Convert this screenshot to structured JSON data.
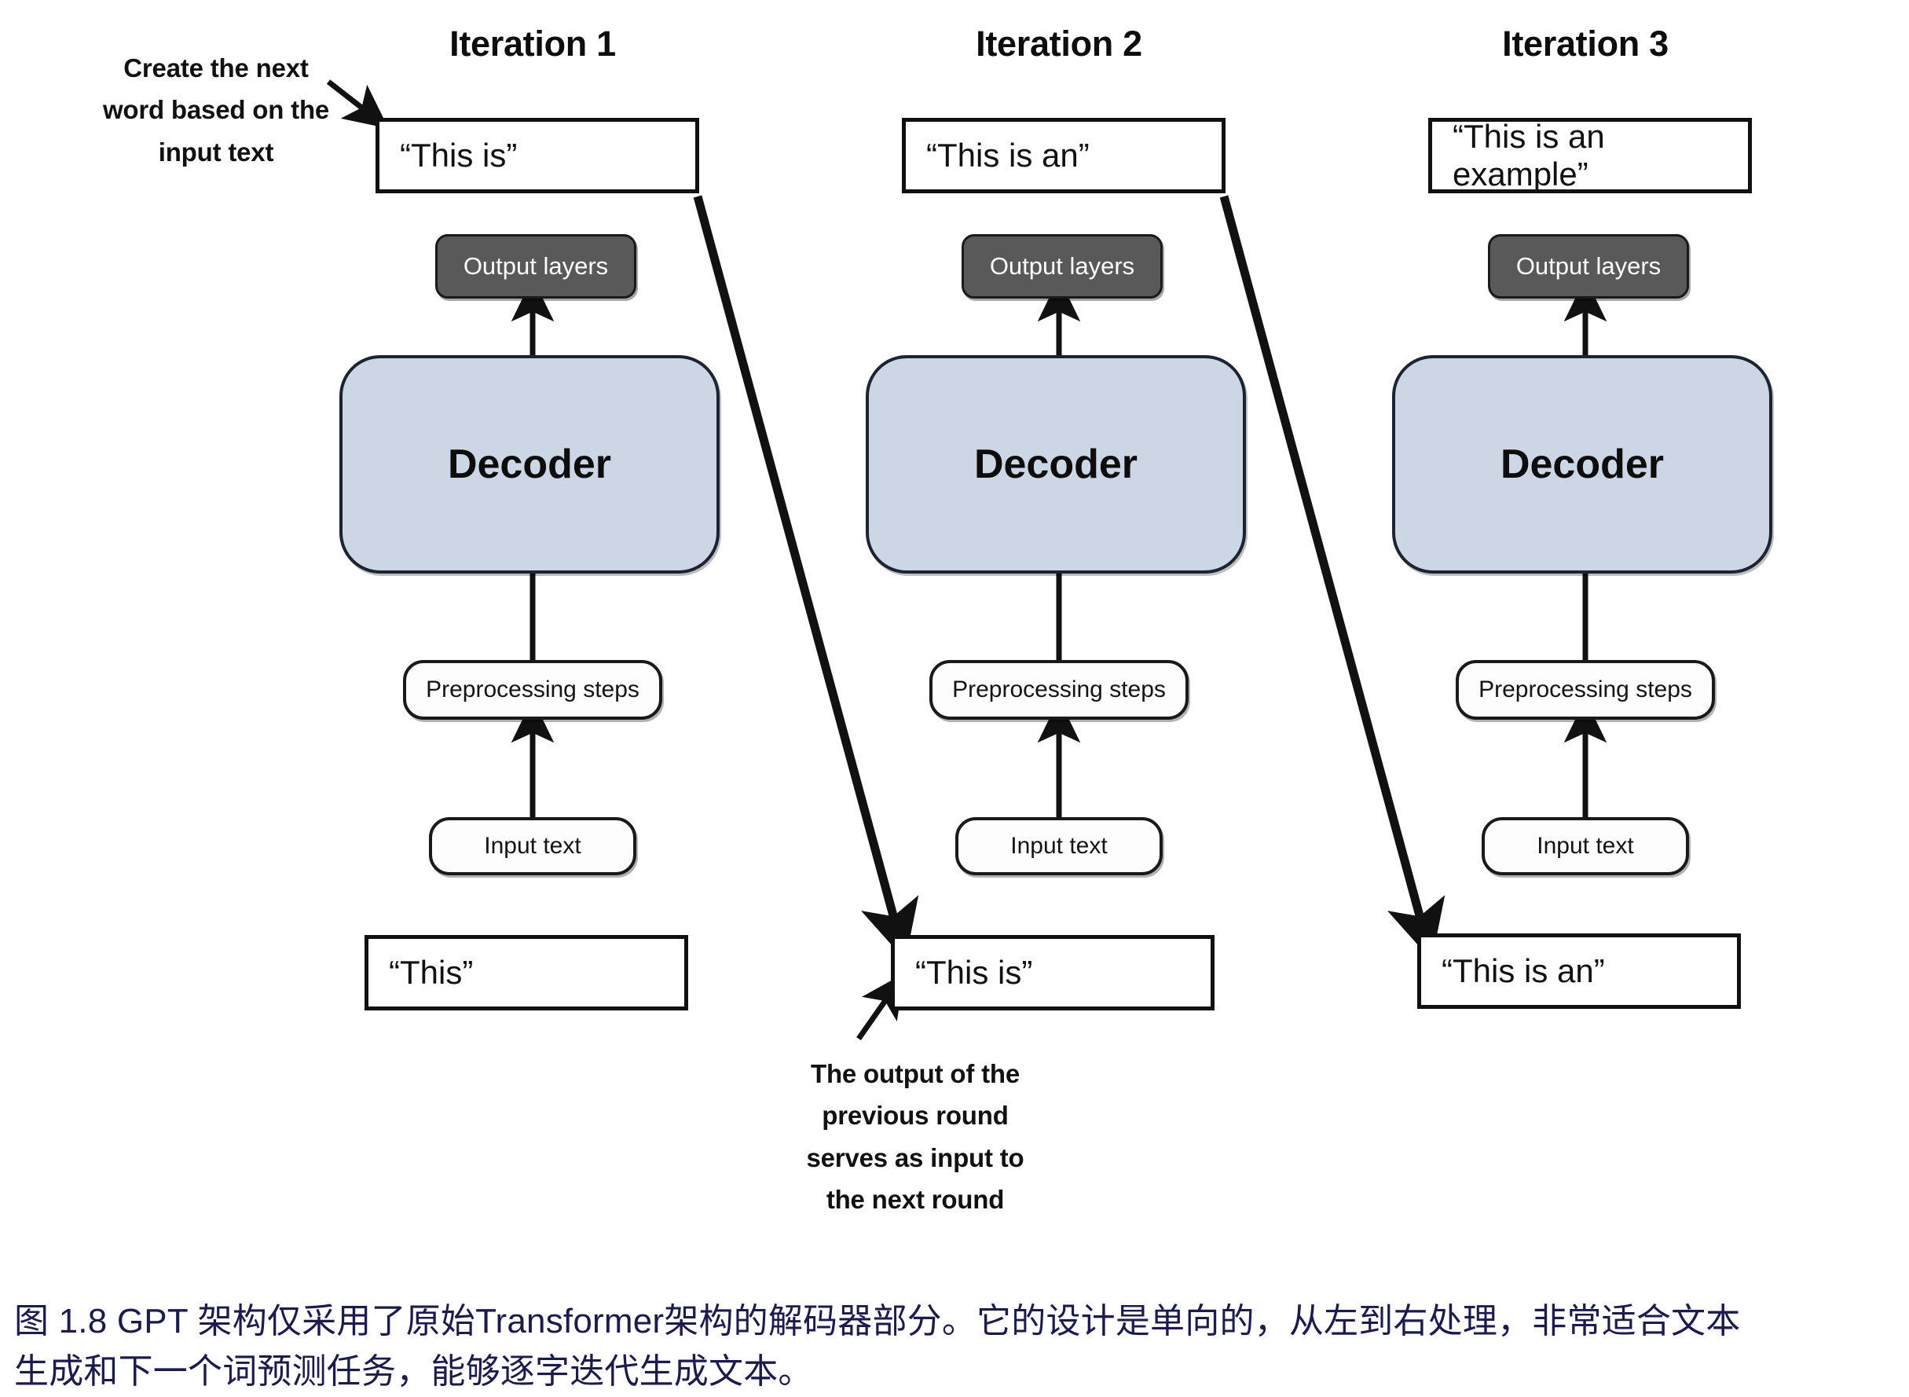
{
  "figure": {
    "caption_line1": "图 1.8  GPT 架构仅采用了原始Transformer架构的解码器部分。它的设计是单向的，从左到右处理，非常适合文本",
    "caption_line2": "生成和下一个词预测任务，能够逐字迭代生成文本。",
    "caption_color": "#1b1b4e"
  },
  "colors": {
    "decoder_fill": "#ccd6e4",
    "output_layers_fill": "#595959",
    "stroke": "#111111",
    "page_background": "#ffffff"
  },
  "annotations": {
    "top_left": {
      "line1": "Create the next",
      "line2": "word based on the",
      "line3": "input text"
    },
    "bottom_middle": {
      "line1": "The output of the",
      "line2": "previous round",
      "line3": "serves as input to",
      "line4": "the next round"
    }
  },
  "columns": [
    {
      "header": "Iteration 1",
      "output_text": "“This is”",
      "output_layers_label": "Output layers",
      "decoder_label": "Decoder",
      "preprocessing_label": "Preprocessing steps",
      "input_label": "Input text",
      "input_text": "“This”"
    },
    {
      "header": "Iteration 2",
      "output_text": "“This is an”",
      "output_layers_label": "Output layers",
      "decoder_label": "Decoder",
      "preprocessing_label": "Preprocessing steps",
      "input_label": "Input text",
      "input_text": "“This is”"
    },
    {
      "header": "Iteration 3",
      "output_text": "“This is an example”",
      "output_layers_label": "Output layers",
      "decoder_label": "Decoder",
      "preprocessing_label": "Preprocessing steps",
      "input_label": "Input text",
      "input_text": "“This is an”"
    }
  ]
}
